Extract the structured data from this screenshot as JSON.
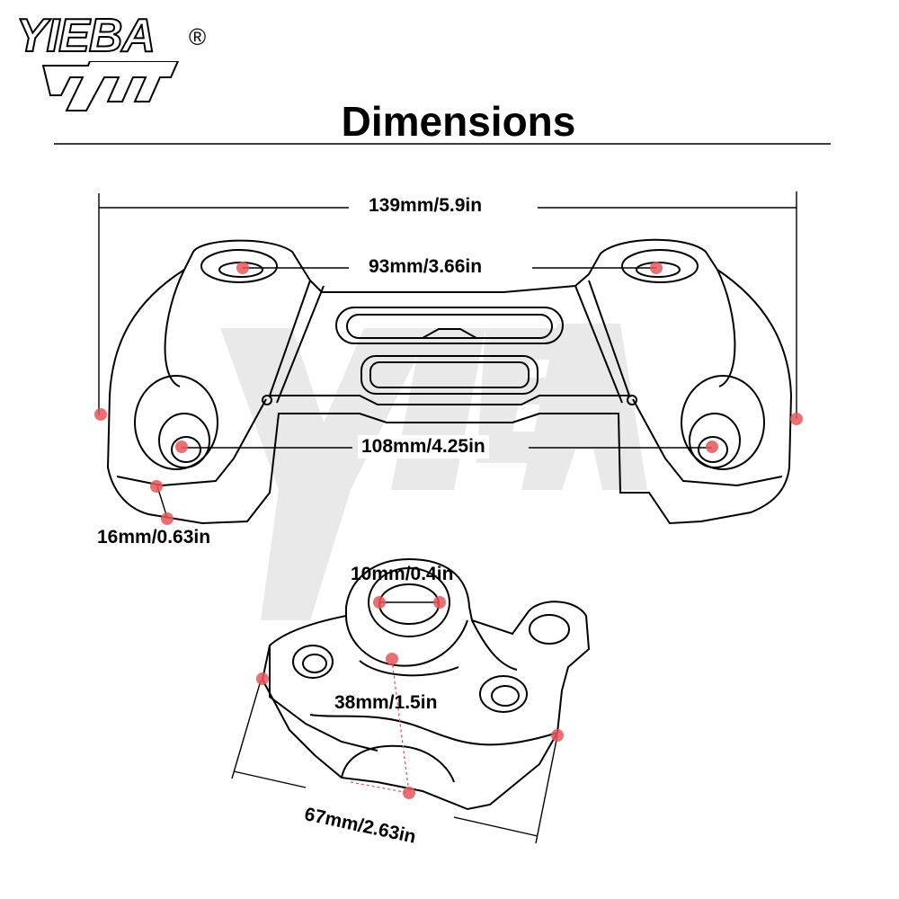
{
  "brand": {
    "name": "YIEBA",
    "registered_mark": "®",
    "watermark": "YIEBA"
  },
  "title": "Dimensions",
  "dimensions": {
    "overall_width": "139mm/5.9in",
    "outer_hole_spacing": "93mm/3.66in",
    "inner_hole_spacing": "108mm/4.25in",
    "thickness": "16mm/0.63in",
    "hole_diameter": "10mm/0.4in",
    "bar_diameter": "38mm/1.5in",
    "clamp_width": "67mm/2.63in"
  },
  "colors": {
    "line": "#000000",
    "marker": "#e8575a",
    "watermark": "#d8d8d8"
  }
}
